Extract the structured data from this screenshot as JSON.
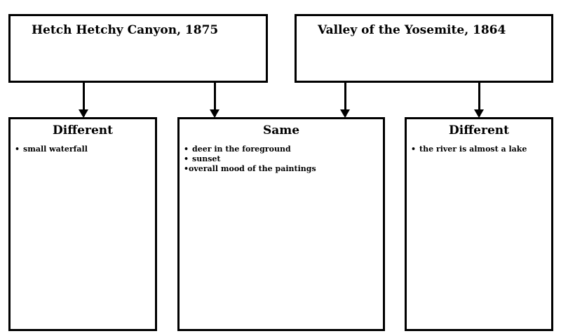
{
  "top_boxes": [
    {
      "title": "Hetch Hetchy Canyon, 1875"
    },
    {
      "title": "Valley of the Yosemite, 1864"
    }
  ],
  "columns": [
    {
      "title": "Different",
      "items": [
        "small waterfall"
      ]
    },
    {
      "title": "Same",
      "items": [
        "deer in the foreground",
        "sunset",
        "overall mood of the paintings"
      ]
    },
    {
      "title": "Different",
      "items": [
        "the river is almost a lake"
      ]
    }
  ]
}
